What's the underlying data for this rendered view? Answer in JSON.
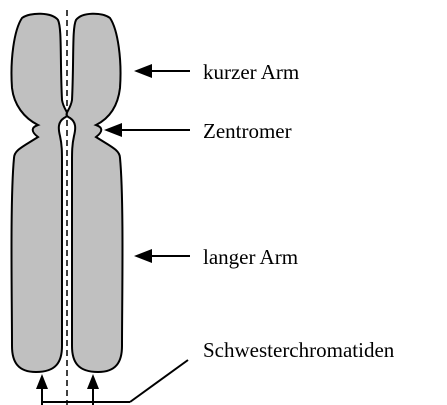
{
  "labels": {
    "short_arm": "kurzer Arm",
    "centromere": "Zentromer",
    "long_arm": "langer Arm",
    "sister_chromatids": "Schwesterchromatiden"
  },
  "colors": {
    "chromatid_fill": "#c0c0c0",
    "outline": "#000000",
    "background": "#ffffff"
  }
}
